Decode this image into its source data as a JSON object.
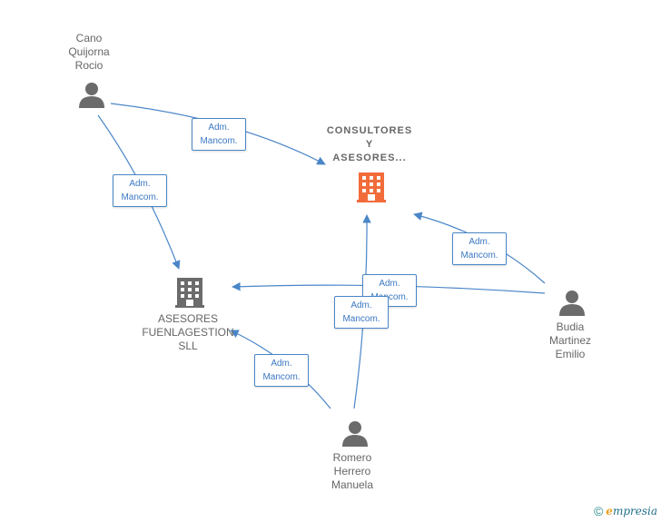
{
  "nodes": {
    "consultores": {
      "label": "CONSULTORES\nY\nASESORES...",
      "type": "company",
      "color": "#f26b3a"
    },
    "asesores_fuenlagestion": {
      "label": "ASESORES\nFUENLAGESTION\nSLL",
      "type": "company",
      "color": "#6b6b6b"
    },
    "cano": {
      "label": "Cano\nQuijorna\nRocio",
      "type": "person"
    },
    "budia": {
      "label": "Budia\nMartinez\nEmilio",
      "type": "person"
    },
    "romero": {
      "label": "Romero\nHerrero\nManuela",
      "type": "person"
    }
  },
  "edges": [
    {
      "id": "e1",
      "from": "cano",
      "to": "consultores",
      "label": "Adm.\nMancom."
    },
    {
      "id": "e2",
      "from": "cano",
      "to": "asesores_fuenlagestion",
      "label": "Adm.\nMancom."
    },
    {
      "id": "e3",
      "from": "budia",
      "to": "consultores",
      "label": "Adm.\nMancom."
    },
    {
      "id": "e4",
      "from": "budia",
      "to": "asesores_fuenlagestion",
      "label": "Adm.\nMancom."
    },
    {
      "id": "e5",
      "from": "romero",
      "to": "consultores",
      "label": "Adm.\nMancom."
    },
    {
      "id": "e6",
      "from": "romero",
      "to": "asesores_fuenlagestion",
      "label": "Adm.\nMancom."
    }
  ],
  "colors": {
    "edge": "#4a86c8",
    "person_icon": "#6b6b6b"
  },
  "footer": {
    "copyright": "©",
    "brand_e": "e",
    "brand_rest": "mpresia"
  }
}
